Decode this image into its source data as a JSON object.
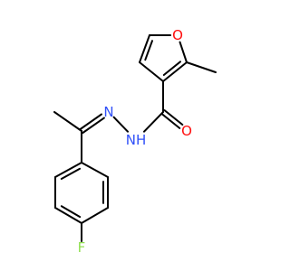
{
  "molecule": {
    "atoms": [
      {
        "id": "O1",
        "symbol": "O",
        "color": "#ff0d0d",
        "show": true
      },
      {
        "id": "C2",
        "symbol": "C",
        "show": false
      },
      {
        "id": "C3",
        "symbol": "C",
        "show": false
      },
      {
        "id": "C4",
        "symbol": "C",
        "show": false
      },
      {
        "id": "C5",
        "symbol": "C",
        "show": false
      },
      {
        "id": "CMe",
        "symbol": "C",
        "show": false
      },
      {
        "id": "Cc",
        "symbol": "C",
        "show": false
      },
      {
        "id": "Oc",
        "symbol": "O",
        "color": "#ff0d0d",
        "show": true
      },
      {
        "id": "NH",
        "symbol": "NH",
        "color": "#3050f8",
        "show": true
      },
      {
        "id": "N2",
        "symbol": "N",
        "color": "#3050f8",
        "show": true
      },
      {
        "id": "Ci",
        "symbol": "C",
        "show": false
      },
      {
        "id": "CiMe",
        "symbol": "C",
        "show": false
      },
      {
        "id": "A1",
        "symbol": "C",
        "show": false
      },
      {
        "id": "A2",
        "symbol": "C",
        "show": false
      },
      {
        "id": "A3",
        "symbol": "C",
        "show": false
      },
      {
        "id": "A4",
        "symbol": "C",
        "show": false
      },
      {
        "id": "A5",
        "symbol": "C",
        "show": false
      },
      {
        "id": "A6",
        "symbol": "C",
        "show": false
      },
      {
        "id": "F",
        "symbol": "F",
        "color": "#90e050",
        "show": true
      }
    ],
    "bonds": [
      {
        "a": "O1",
        "b": "C2",
        "order": 1
      },
      {
        "a": "C2",
        "b": "C3",
        "order": 2
      },
      {
        "a": "C3",
        "b": "C4",
        "order": 1
      },
      {
        "a": "C4",
        "b": "C5",
        "order": 2
      },
      {
        "a": "C5",
        "b": "O1",
        "order": 1
      },
      {
        "a": "C2",
        "b": "CMe",
        "order": 1
      },
      {
        "a": "C3",
        "b": "Cc",
        "order": 1
      },
      {
        "a": "Cc",
        "b": "Oc",
        "order": 2
      },
      {
        "a": "Cc",
        "b": "NH",
        "order": 1
      },
      {
        "a": "NH",
        "b": "N2",
        "order": 1
      },
      {
        "a": "N2",
        "b": "Ci",
        "order": 2
      },
      {
        "a": "Ci",
        "b": "CiMe",
        "order": 1
      },
      {
        "a": "Ci",
        "b": "A1",
        "order": 1
      },
      {
        "a": "A1",
        "b": "A2",
        "order": 2
      },
      {
        "a": "A2",
        "b": "A3",
        "order": 1
      },
      {
        "a": "A3",
        "b": "A4",
        "order": 2
      },
      {
        "a": "A4",
        "b": "A5",
        "order": 1
      },
      {
        "a": "A5",
        "b": "A6",
        "order": 2
      },
      {
        "a": "A6",
        "b": "A1",
        "order": 1
      },
      {
        "a": "A4",
        "b": "F",
        "order": 1
      }
    ]
  }
}
